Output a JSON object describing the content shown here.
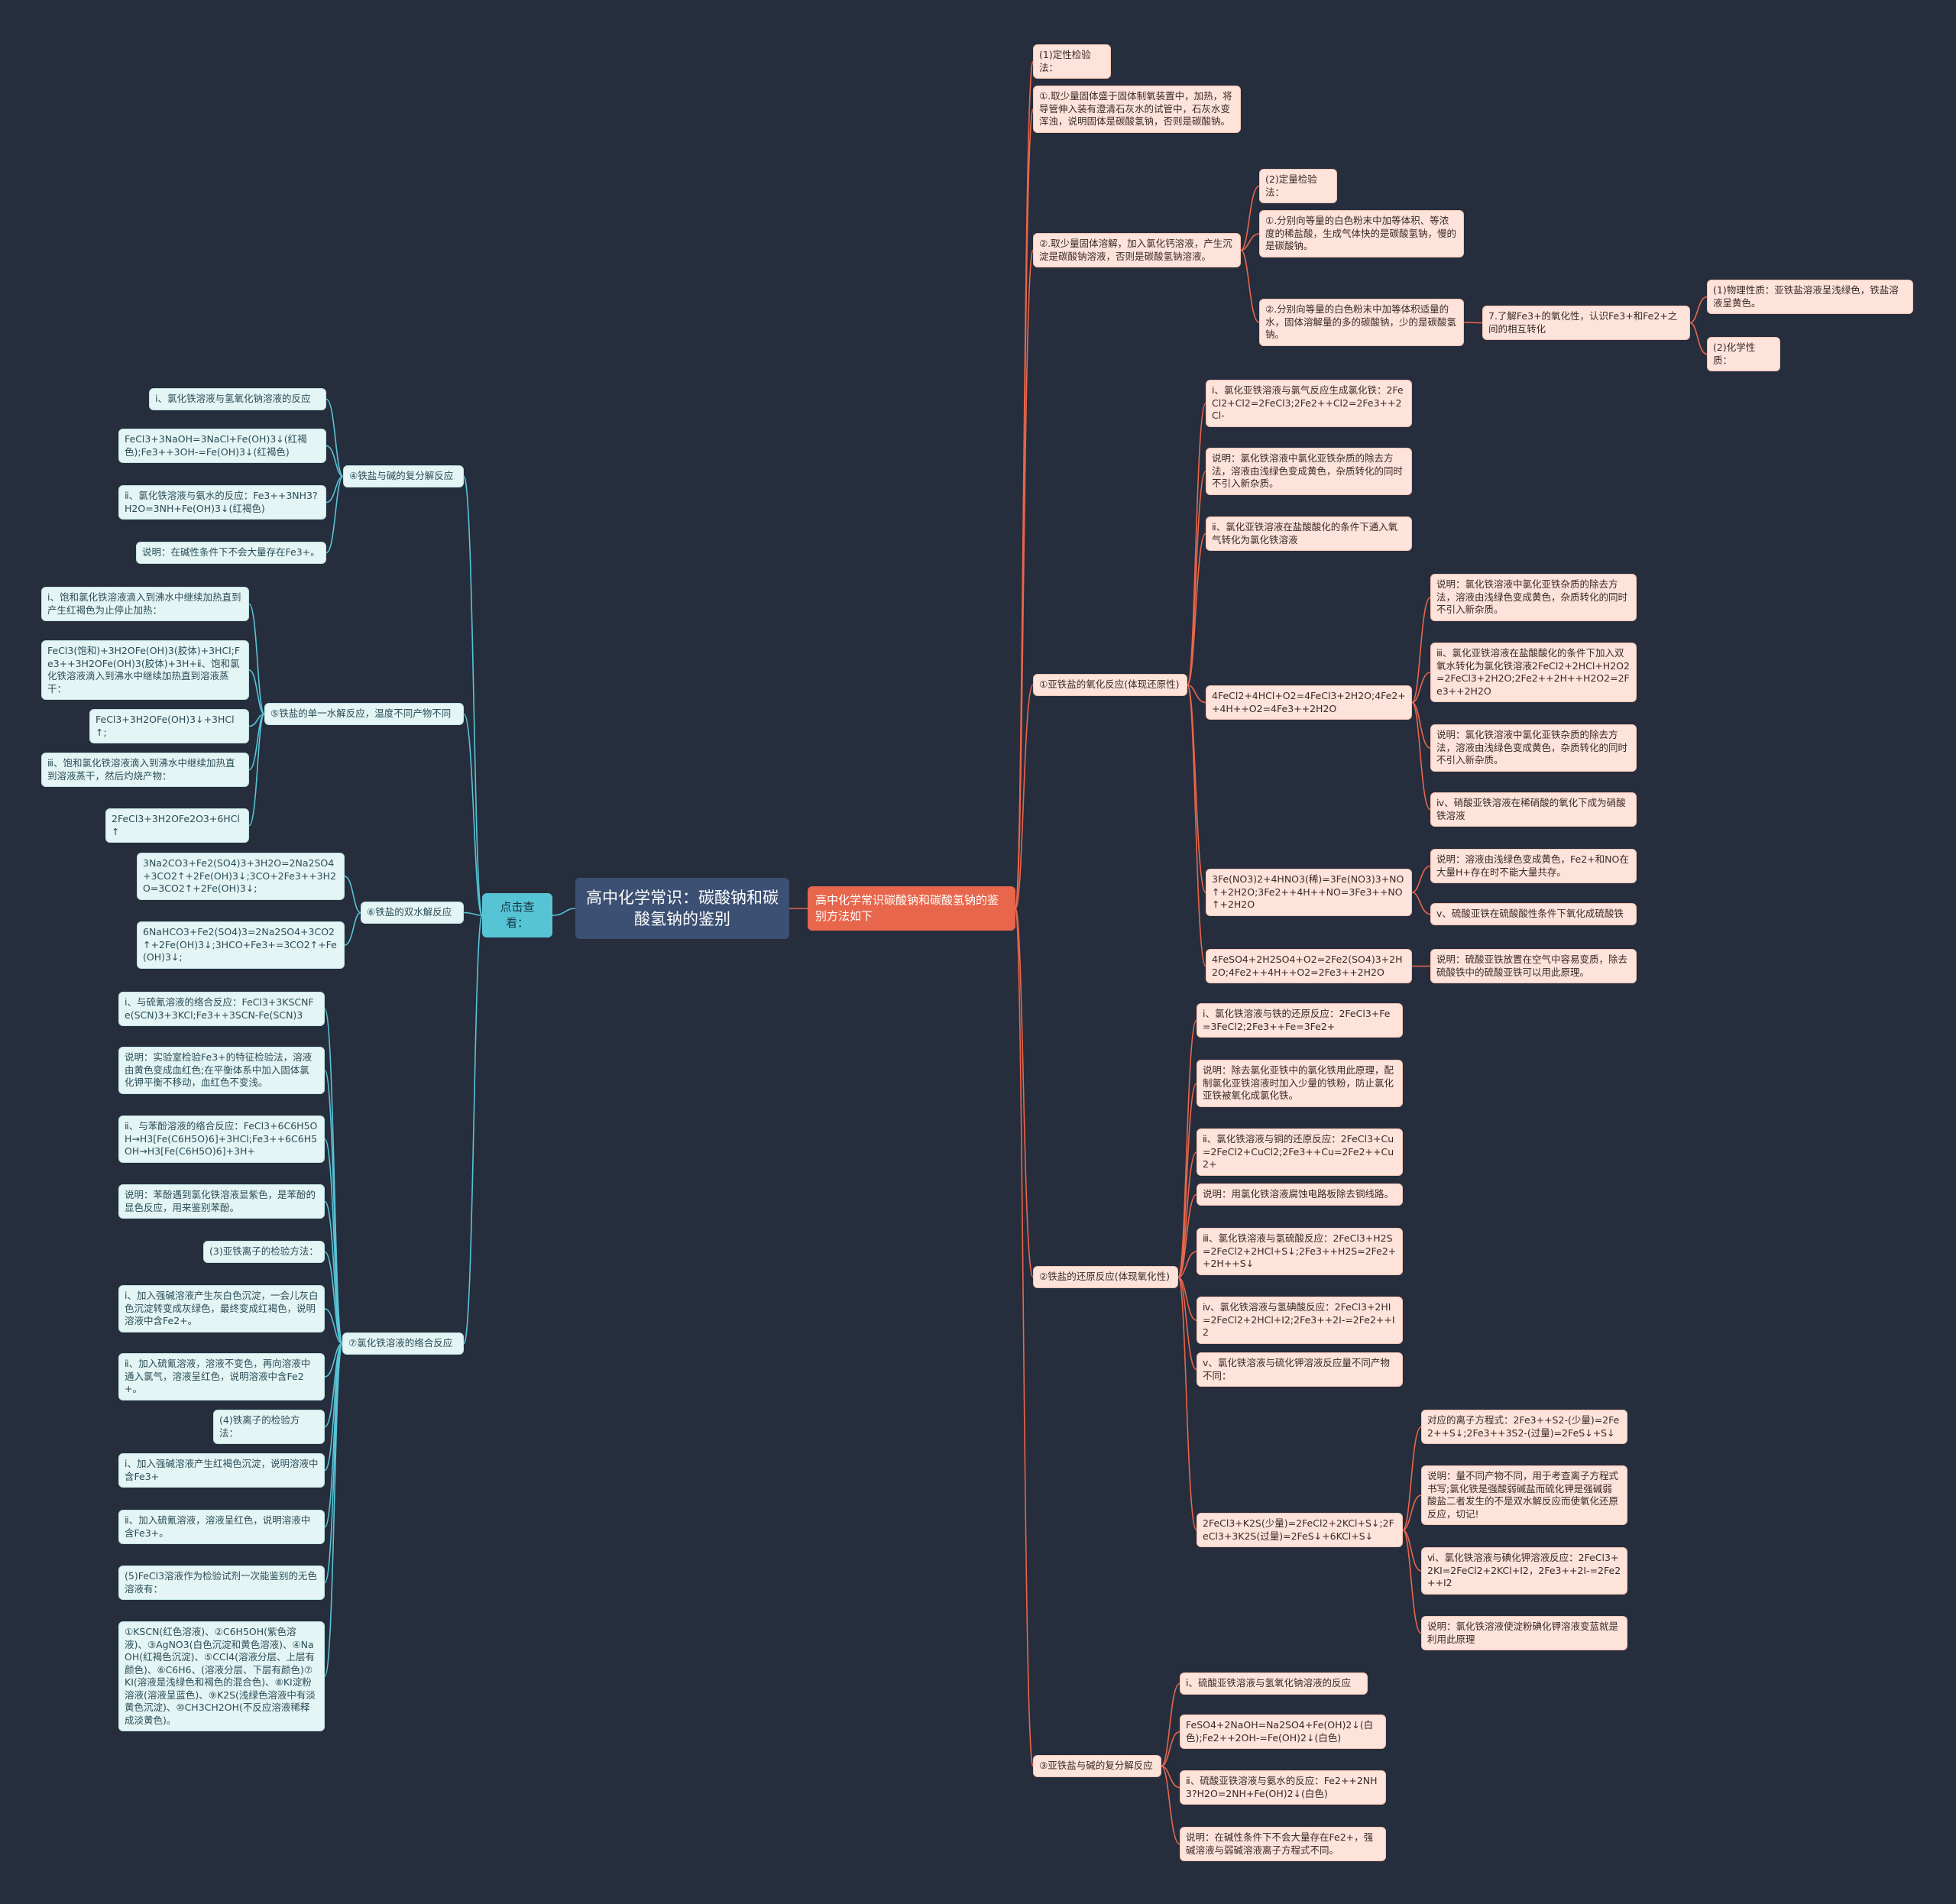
{
  "root": "高中化学常识：碳酸钠和碳酸氢钠的鉴别",
  "right_main": "高中化学常识碳酸钠和碳酸氢钠的鉴别方法如下",
  "left_main": "点击查看：",
  "right": {
    "q1": "(1)定性检验法：",
    "q1a": "①.取少量固体盛于固体制氧装置中，加热，将导管伸入装有澄清石灰水的试管中，石灰水变浑浊，说明固体是碳酸氢钠，否则是碳酸钠。",
    "q1b": "②.取少量固体溶解，加入氯化钙溶液，产生沉淀是碳酸钠溶液，否则是碳酸氢钠溶液。",
    "q2": "(2)定量检验法：",
    "q2a": "①.分别向等量的白色粉末中加等体积、等浓度的稀盐酸，生成气体快的是碳酸氢钠，慢的是碳酸钠。",
    "q2b": "②.分别向等量的白色粉末中加等体积适量的水，固体溶解量的多的碳酸钠，少的是碳酸氢钠。",
    "fe7": "7.了解Fe3+的氧化性，认识Fe3+和Fe2+之间的相互转化",
    "fe7a": "(1)物理性质：亚铁盐溶液呈浅绿色，铁盐溶液呈黄色。",
    "fe7b": "(2)化学性质：",
    "ox": "①亚铁盐的氧化反应(体现还原性)",
    "ox_i": "ⅰ、氯化亚铁溶液与氯气反应生成氯化铁：2FeCl2+Cl2=2FeCl3;2Fe2++Cl2=2Fe3++2Cl-",
    "ox_n1": "说明：氯化铁溶液中氯化亚铁杂质的除去方法，溶液由浅绿色变成黄色，杂质转化的同时不引入新杂质。",
    "ox_ii": "ⅱ、氯化亚铁溶液在盐酸酸化的条件下通入氧气转化为氯化铁溶液",
    "ox_eq2": "4FeCl2+4HCl+O2=4FeCl3+2H2O;4Fe2++4H++O2=4Fe3++2H2O",
    "ox_eq2_n1": "说明：氯化铁溶液中氯化亚铁杂质的除去方法，溶液由浅绿色变成黄色，杂质转化的同时不引入新杂质。",
    "ox_iii": "ⅲ、氯化亚铁溶液在盐酸酸化的条件下加入双氧水转化为氯化铁溶液2FeCl2+2HCl+H2O2=2FeCl3+2H2O;2Fe2++2H++H2O2=2Fe3++2H2O",
    "ox_eq2_n2": "说明：氯化铁溶液中氯化亚铁杂质的除去方法，溶液由浅绿色变成黄色，杂质转化的同时不引入新杂质。",
    "ox_iv": "ⅳ、硝酸亚铁溶液在稀硝酸的氧化下成为硝酸铁溶液",
    "ox_eq3": "3Fe(NO3)2+4HNO3(稀)=3Fe(NO3)3+NO↑+2H2O;3Fe2++4H++NO=3Fe3++NO↑+2H2O",
    "ox_eq3_n": "说明：溶液由浅绿色变成黄色，Fe2+和NO在大量H+存在时不能大量共存。",
    "ox_v": "ⅴ、硫酸亚铁在硫酸酸性条件下氧化成硫酸铁",
    "ox_eq4": "4FeSO4+2H2SO4+O2=2Fe2(SO4)3+2H2O;4Fe2++4H++O2=2Fe3++2H2O",
    "ox_eq4_n": "说明：硫酸亚铁放置在空气中容易变质，除去硫酸铁中的硫酸亚铁可以用此原理。",
    "red": "②铁盐的还原反应(体现氧化性)",
    "red_i": "ⅰ、氯化铁溶液与铁的还原反应：2FeCl3+Fe=3FeCl2;2Fe3++Fe=3Fe2+",
    "red_n1": "说明：除去氯化亚铁中的氯化铁用此原理，配制氯化亚铁溶液时加入少量的铁粉，防止氯化亚铁被氧化成氯化铁。",
    "red_ii": "ⅱ、氯化铁溶液与铜的还原反应：2FeCl3+Cu=2FeCl2+CuCl2;2Fe3++Cu=2Fe2++Cu2+",
    "red_n2": "说明：用氯化铁溶液腐蚀电路板除去铜线路。",
    "red_iii": "ⅲ、氯化铁溶液与氢硫酸反应：2FeCl3+H2S=2FeCl2+2HCl+S↓;2Fe3++H2S=2Fe2++2H++S↓",
    "red_iv": "ⅳ、氯化铁溶液与氢碘酸反应：2FeCl3+2HI=2FeCl2+2HCl+I2;2Fe3++2I-=2Fe2++I2",
    "red_v": "ⅴ、氯化铁溶液与硫化钾溶液反应量不同产物不同：",
    "red_eq": "2FeCl3+K2S(少量)=2FeCl2+2KCl+S↓;2FeCl3+3K2S(过量)=2FeS↓+6KCl+S↓",
    "red_eq_a": "对应的离子方程式：2Fe3++S2-(少量)=2Fe2++S↓;2Fe3++3S2-(过量)=2FeS↓+S↓",
    "red_eq_b": "说明：量不同产物不同，用于考查离子方程式书写;氯化铁是强酸弱碱盐而硫化钾是强碱弱酸盐二者发生的不是双水解反应而使氧化还原反应，切记!",
    "red_eq_c": "ⅵ、氯化铁溶液与碘化钾溶液反应：2FeCl3+2KI=2FeCl2+2KCl+I2，2Fe3++2I-=2Fe2++I2",
    "red_eq_d": "说明：氯化铁溶液使淀粉碘化钾溶液变蓝就是利用此原理",
    "fb": "③亚铁盐与碱的复分解反应",
    "fb_i": "ⅰ、硫酸亚铁溶液与氢氧化钠溶液的反应",
    "fb_eq": "FeSO4+2NaOH=Na2SO4+Fe(OH)2↓(白色);Fe2++2OH-=Fe(OH)2↓(白色)",
    "fb_ii": "ⅱ、硫酸亚铁溶液与氨水的反应：Fe2++2NH3?H2O=2NH+Fe(OH)2↓(白色)",
    "fb_n": "说明：在碱性条件下不会大量存在Fe2+，强碱溶液与弱碱溶液离子方程式不同。"
  },
  "left": {
    "b4": "④铁盐与碱的复分解反应",
    "b4_i": "ⅰ、氯化铁溶液与氢氧化钠溶液的反应",
    "b4_eq": "FeCl3+3NaOH=3NaCl+Fe(OH)3↓(红褐色);Fe3++3OH-=Fe(OH)3↓(红褐色)",
    "b4_ii": "ⅱ、氯化铁溶液与氨水的反应：Fe3++3NH3?H2O=3NH+Fe(OH)3↓(红褐色)",
    "b4_n": "说明：在碱性条件下不会大量存在Fe3+。",
    "b5": "⑤铁盐的单一水解反应，温度不同产物不同",
    "b5_i": "ⅰ、饱和氯化铁溶液滴入到沸水中继续加热直到产生红褐色为止停止加热：",
    "b5_eq1": "FeCl3(饱和)+3H2OFe(OH)3(胶体)+3HCl;Fe3++3H2OFe(OH)3(胶体)+3H+ⅱ、饱和氯化铁溶液滴入到沸水中继续加热直到溶液蒸干：",
    "b5_eq2": "FeCl3+3H2OFe(OH)3↓+3HCl↑;",
    "b5_iii": "ⅲ、饱和氯化铁溶液滴入到沸水中继续加热直到溶液蒸干，然后灼烧产物：",
    "b5_eq3": "2FeCl3+3H2OFe2O3+6HCl↑",
    "b6": "⑥铁盐的双水解反应",
    "b6_eq1": "3Na2CO3+Fe2(SO4)3+3H2O=2Na2SO4+3CO2↑+2Fe(OH)3↓;3CO+2Fe3++3H2O=3CO2↑+2Fe(OH)3↓;",
    "b6_eq2": "6NaHCO3+Fe2(SO4)3=2Na2SO4+3CO2↑+2Fe(OH)3↓;3HCO+Fe3+=3CO2↑+Fe(OH)3↓;",
    "b7": "⑦氯化铁溶液的络合反应",
    "b7_i": "ⅰ、与硫氰溶液的络合反应：FeCl3+3KSCNFe(SCN)3+3KCl;Fe3++3SCN-Fe(SCN)3",
    "b7_n1": "说明：实验室检验Fe3+的特征检验法，溶液由黄色变成血红色;在平衡体系中加入固体氯化钾平衡不移动，血红色不变浅。",
    "b7_ii": "ⅱ、与苯酚溶液的络合反应：FeCl3+6C6H5OH→H3[Fe(C6H5O)6]+3HCl;Fe3++6C6H5OH→H3[Fe(C6H5O)6]+3H+",
    "b7_n2": "说明：苯酚遇到氯化铁溶液显紫色，是苯酚的显色反应，用来鉴别苯酚。",
    "b7_3": "(3)亚铁离子的检验方法：",
    "b7_3a": "ⅰ、加入强碱溶液产生灰白色沉淀，一会儿灰白色沉淀转变成灰绿色，最终变成红褐色，说明溶液中含Fe2+。",
    "b7_3b": "ⅱ、加入硫氰溶液，溶液不变色，再向溶液中通入氯气，溶液呈红色，说明溶液中含Fe2+。",
    "b7_4": "(4)铁离子的检验方法：",
    "b7_4a": "ⅰ、加入强碱溶液产生红褐色沉淀，说明溶液中含Fe3+",
    "b7_4b": "ⅱ、加入硫氰溶液，溶液呈红色，说明溶液中含Fe3+。",
    "b7_5": "(5)FeCl3溶液作为检验试剂一次能鉴别的无色溶液有：",
    "b7_5a": "①KSCN(红色溶液)、②C6H5OH(紫色溶液)、③AgNO3(白色沉淀和黄色溶液)、④NaOH(红褐色沉淀)、⑤CCl4(溶液分层、上层有颜色)、⑥C6H6、(溶液分层、下层有颜色)⑦KI(溶液是浅绿色和褐色的混合色)、⑧KI淀粉溶液(溶液呈蓝色)、⑨K2S(浅绿色溶液中有淡黄色沉淀)、⑩CH3CH2OH(不反应溶液稀释成淡黄色)。"
  },
  "colors": {
    "background": "#262d3c",
    "right_branch": "#e8664b",
    "left_branch": "#57c4d6"
  }
}
